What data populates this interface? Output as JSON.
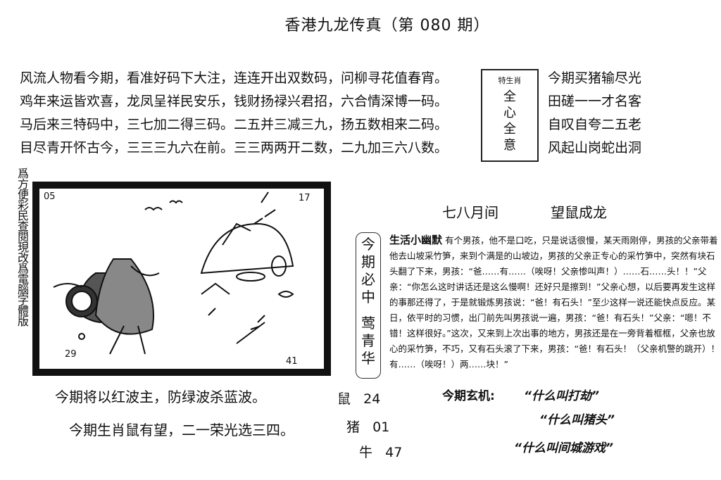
{
  "title": "香港九龙传真（第 080 期）",
  "poem": [
    "风流人物看今期，看准好码下大注，连连开出双数码，问柳寻花值春宵。",
    "鸡年来运皆欢喜，龙凤呈祥民安乐，钱财扬禄兴君招，六合情深博一码。",
    "马后来三特码中，三七加二得三码。二五并三减三九，扬五数相来二码。",
    "目尽青开怀古今，三三三九六在前。三三两两开二数，二九加三六八数。"
  ],
  "box": {
    "header": "特生肖",
    "chars": [
      "全",
      "心",
      "全",
      "意"
    ]
  },
  "right_poem": [
    "今期买猪输尽光",
    "田磋一一才名客",
    "自叹自夸二五老",
    "风起山岗蛇出洞"
  ],
  "side_text": "爲方便彩民查閱現改爲電腦字體版",
  "picture": {
    "num_top_left": "05",
    "num_top_right": "17",
    "num_bottom_left": "29",
    "num_bottom_right": "41"
  },
  "heading": {
    "month": "七八月间",
    "phrase": "望鼠成龙"
  },
  "must_win": {
    "top": [
      "今",
      "期",
      "必",
      "中"
    ],
    "bottom": [
      "莺",
      "青",
      "华"
    ]
  },
  "story": {
    "title": "生活小幽默",
    "body": "有个男孩，他不是口吃，只是说话很慢，某天雨刚停，男孩的父亲带着他去山坡采竹笋，来到个满是的山坡边，男孩的父亲正专心的采竹笋中，突然有块石头翻了下来，男孩：“爸……有……（唉呀！父亲惨叫声！）……石……头！！”父亲：“你怎么这时讲话还是这么慢啊！还好只是擦到！”父亲心想，以后要再发生这样的事那还得了，于是就锻炼男孩说：“爸！有石头！”至少这样一说还能快点反应。某日，依平时的习惯，出门前先叫男孩说一遍，男孩：“爸！有石头！”父亲：“嗯！不错！这样很好。”这次，又来到上次出事的地方，男孩还是在一旁背着框框，父亲也放心的采竹笋，不巧，又有石头滚了下来，男孩：“爸！有石头！（父亲机警的跳开）！有……（唉呀！）两……块！”"
  },
  "bottom": {
    "line1": "今期将以红波主，防绿波杀蓝波。",
    "line2": "今期生肖鼠有望，二一荣光选三四。",
    "picks": [
      {
        "animal": "鼠",
        "num": "24"
      },
      {
        "animal": "猪",
        "num": "01"
      },
      {
        "animal": "牛",
        "num": "47"
      }
    ],
    "xuanji_label": "今期玄机:",
    "hints": [
      "“什么叫打劫”",
      "“什么叫猪头”",
      "“什么叫间城游戏”"
    ]
  }
}
